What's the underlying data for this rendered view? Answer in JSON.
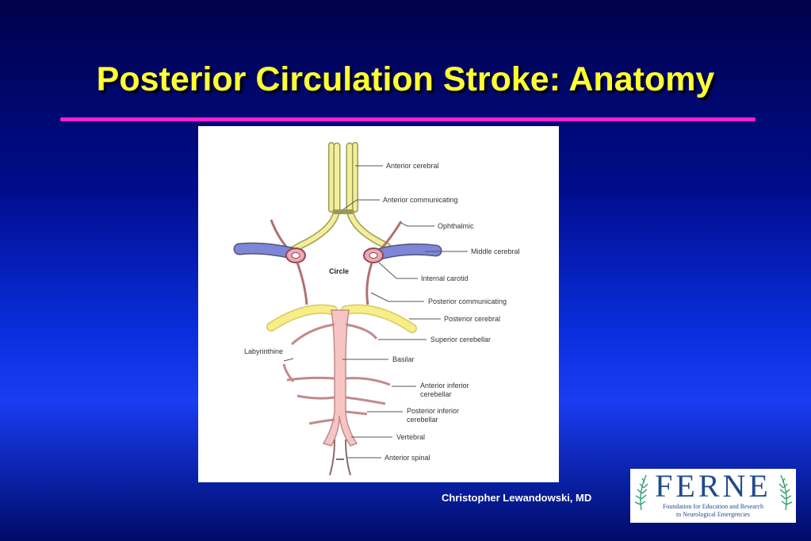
{
  "slide": {
    "title": "Posterior Circulation Stroke: Anatomy",
    "author": "Christopher Lewandowski, MD"
  },
  "diagram": {
    "center_label": "Circle",
    "labels": {
      "anterior_cerebral": "Anterior cerebral",
      "anterior_communicating": "Anterior communicating",
      "ophthalmic": "Ophthalmic",
      "middle_cerebral": "Middle cerebral",
      "internal_carotid": "Internal carotid",
      "posterior_communicating": "Posterior communicating",
      "posterior_cerebral": "Posterior cerebral",
      "superior_cerebellar": "Superior cerebellar",
      "labyrinthine": "Labyrinthine",
      "basilar": "Basilar",
      "anterior_inferior_cerebellar_1": "Anterior inferior",
      "anterior_inferior_cerebellar_2": "cerebellar",
      "posterior_inferior_cerebellar_1": "Posterior inferior",
      "posterior_inferior_cerebellar_2": "cerebellar",
      "vertebral": "Vertebral",
      "anterior_spinal": "Anterior spinal"
    }
  },
  "logo": {
    "letters": "FERNE",
    "line1": "Foundation for Education and Research",
    "line2": "in Neurological Emergencies"
  },
  "colors": {
    "title": "#ffff33",
    "rule": "#ff1ed2",
    "anterior_vessel": "#f2ee9a",
    "posterior_vessel": "#f7c4c4",
    "vein_blue": "#7d86d8"
  }
}
